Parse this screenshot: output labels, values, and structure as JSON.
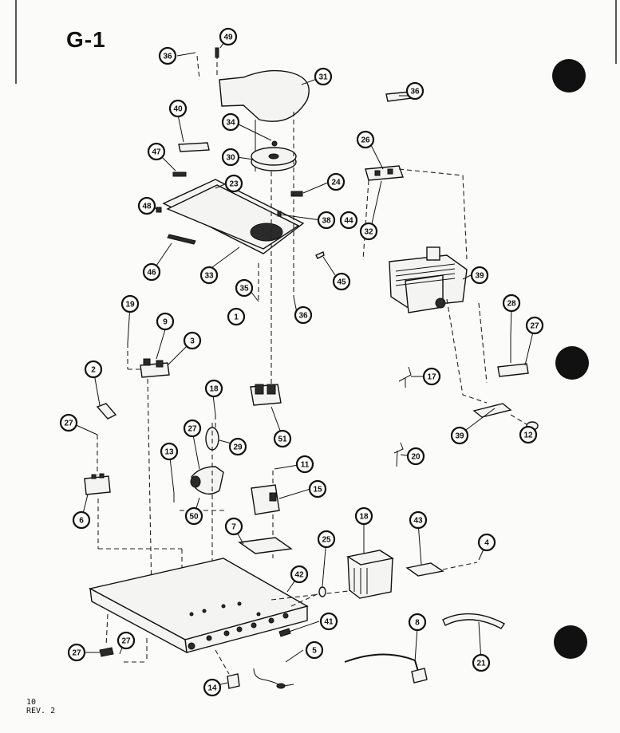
{
  "page": {
    "title": "G-1",
    "footer_page": "10",
    "footer_rev": "REV. 2"
  },
  "callouts": [
    "36",
    "49",
    "31",
    "40",
    "34",
    "30",
    "47",
    "23",
    "24",
    "48",
    "38",
    "44",
    "46",
    "33",
    "45",
    "35",
    "1",
    "36",
    "36",
    "26",
    "32",
    "39",
    "28",
    "27",
    "19",
    "9",
    "3",
    "2",
    "17",
    "27",
    "18",
    "4",
    "29",
    "51",
    "39",
    "12",
    "13",
    "27",
    "20",
    "11",
    "6",
    "50",
    "15",
    "7",
    "18",
    "43",
    "25",
    "42",
    "41",
    "27",
    "27",
    "5",
    "8",
    "21",
    "14"
  ],
  "colors": {
    "ink": "#111111",
    "paper": "#fbfbf9",
    "hole_punch": "#111111"
  }
}
